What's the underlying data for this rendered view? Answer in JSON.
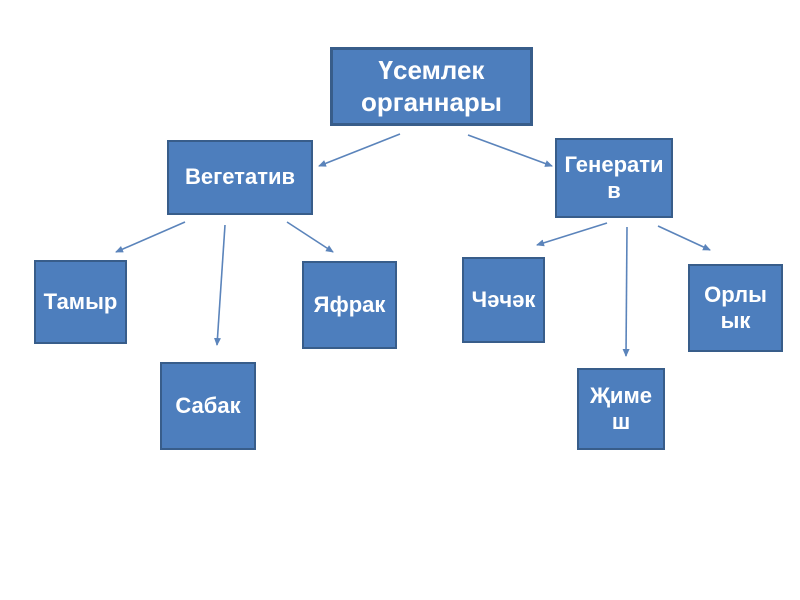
{
  "colors": {
    "node_fill": "#4d7ebd",
    "node_border": "#385d8a",
    "node_text": "#ffffff",
    "connector": "#5b84bb",
    "background": "#ffffff"
  },
  "nodes": {
    "root": {
      "label": "Үсемлек органнары"
    },
    "vegetative": {
      "label": "Вегетатив"
    },
    "generative": {
      "label": "Генератив"
    },
    "tamyr": {
      "label": "Тамыр"
    },
    "sabak": {
      "label": "Сабак"
    },
    "yafrak": {
      "label": "Яфрак"
    },
    "chachak": {
      "label": "Чәчәк"
    },
    "zhimesh": {
      "label": "Җимеш"
    },
    "orlyyk": {
      "label": "Орлыык"
    }
  },
  "edges": [
    {
      "from": "root",
      "to": "vegetative"
    },
    {
      "from": "root",
      "to": "generative"
    },
    {
      "from": "vegetative",
      "to": "tamyr"
    },
    {
      "from": "vegetative",
      "to": "sabak"
    },
    {
      "from": "vegetative",
      "to": "yafrak"
    },
    {
      "from": "generative",
      "to": "chachak"
    },
    {
      "from": "generative",
      "to": "zhimesh"
    },
    {
      "from": "generative",
      "to": "orlyyk"
    }
  ]
}
